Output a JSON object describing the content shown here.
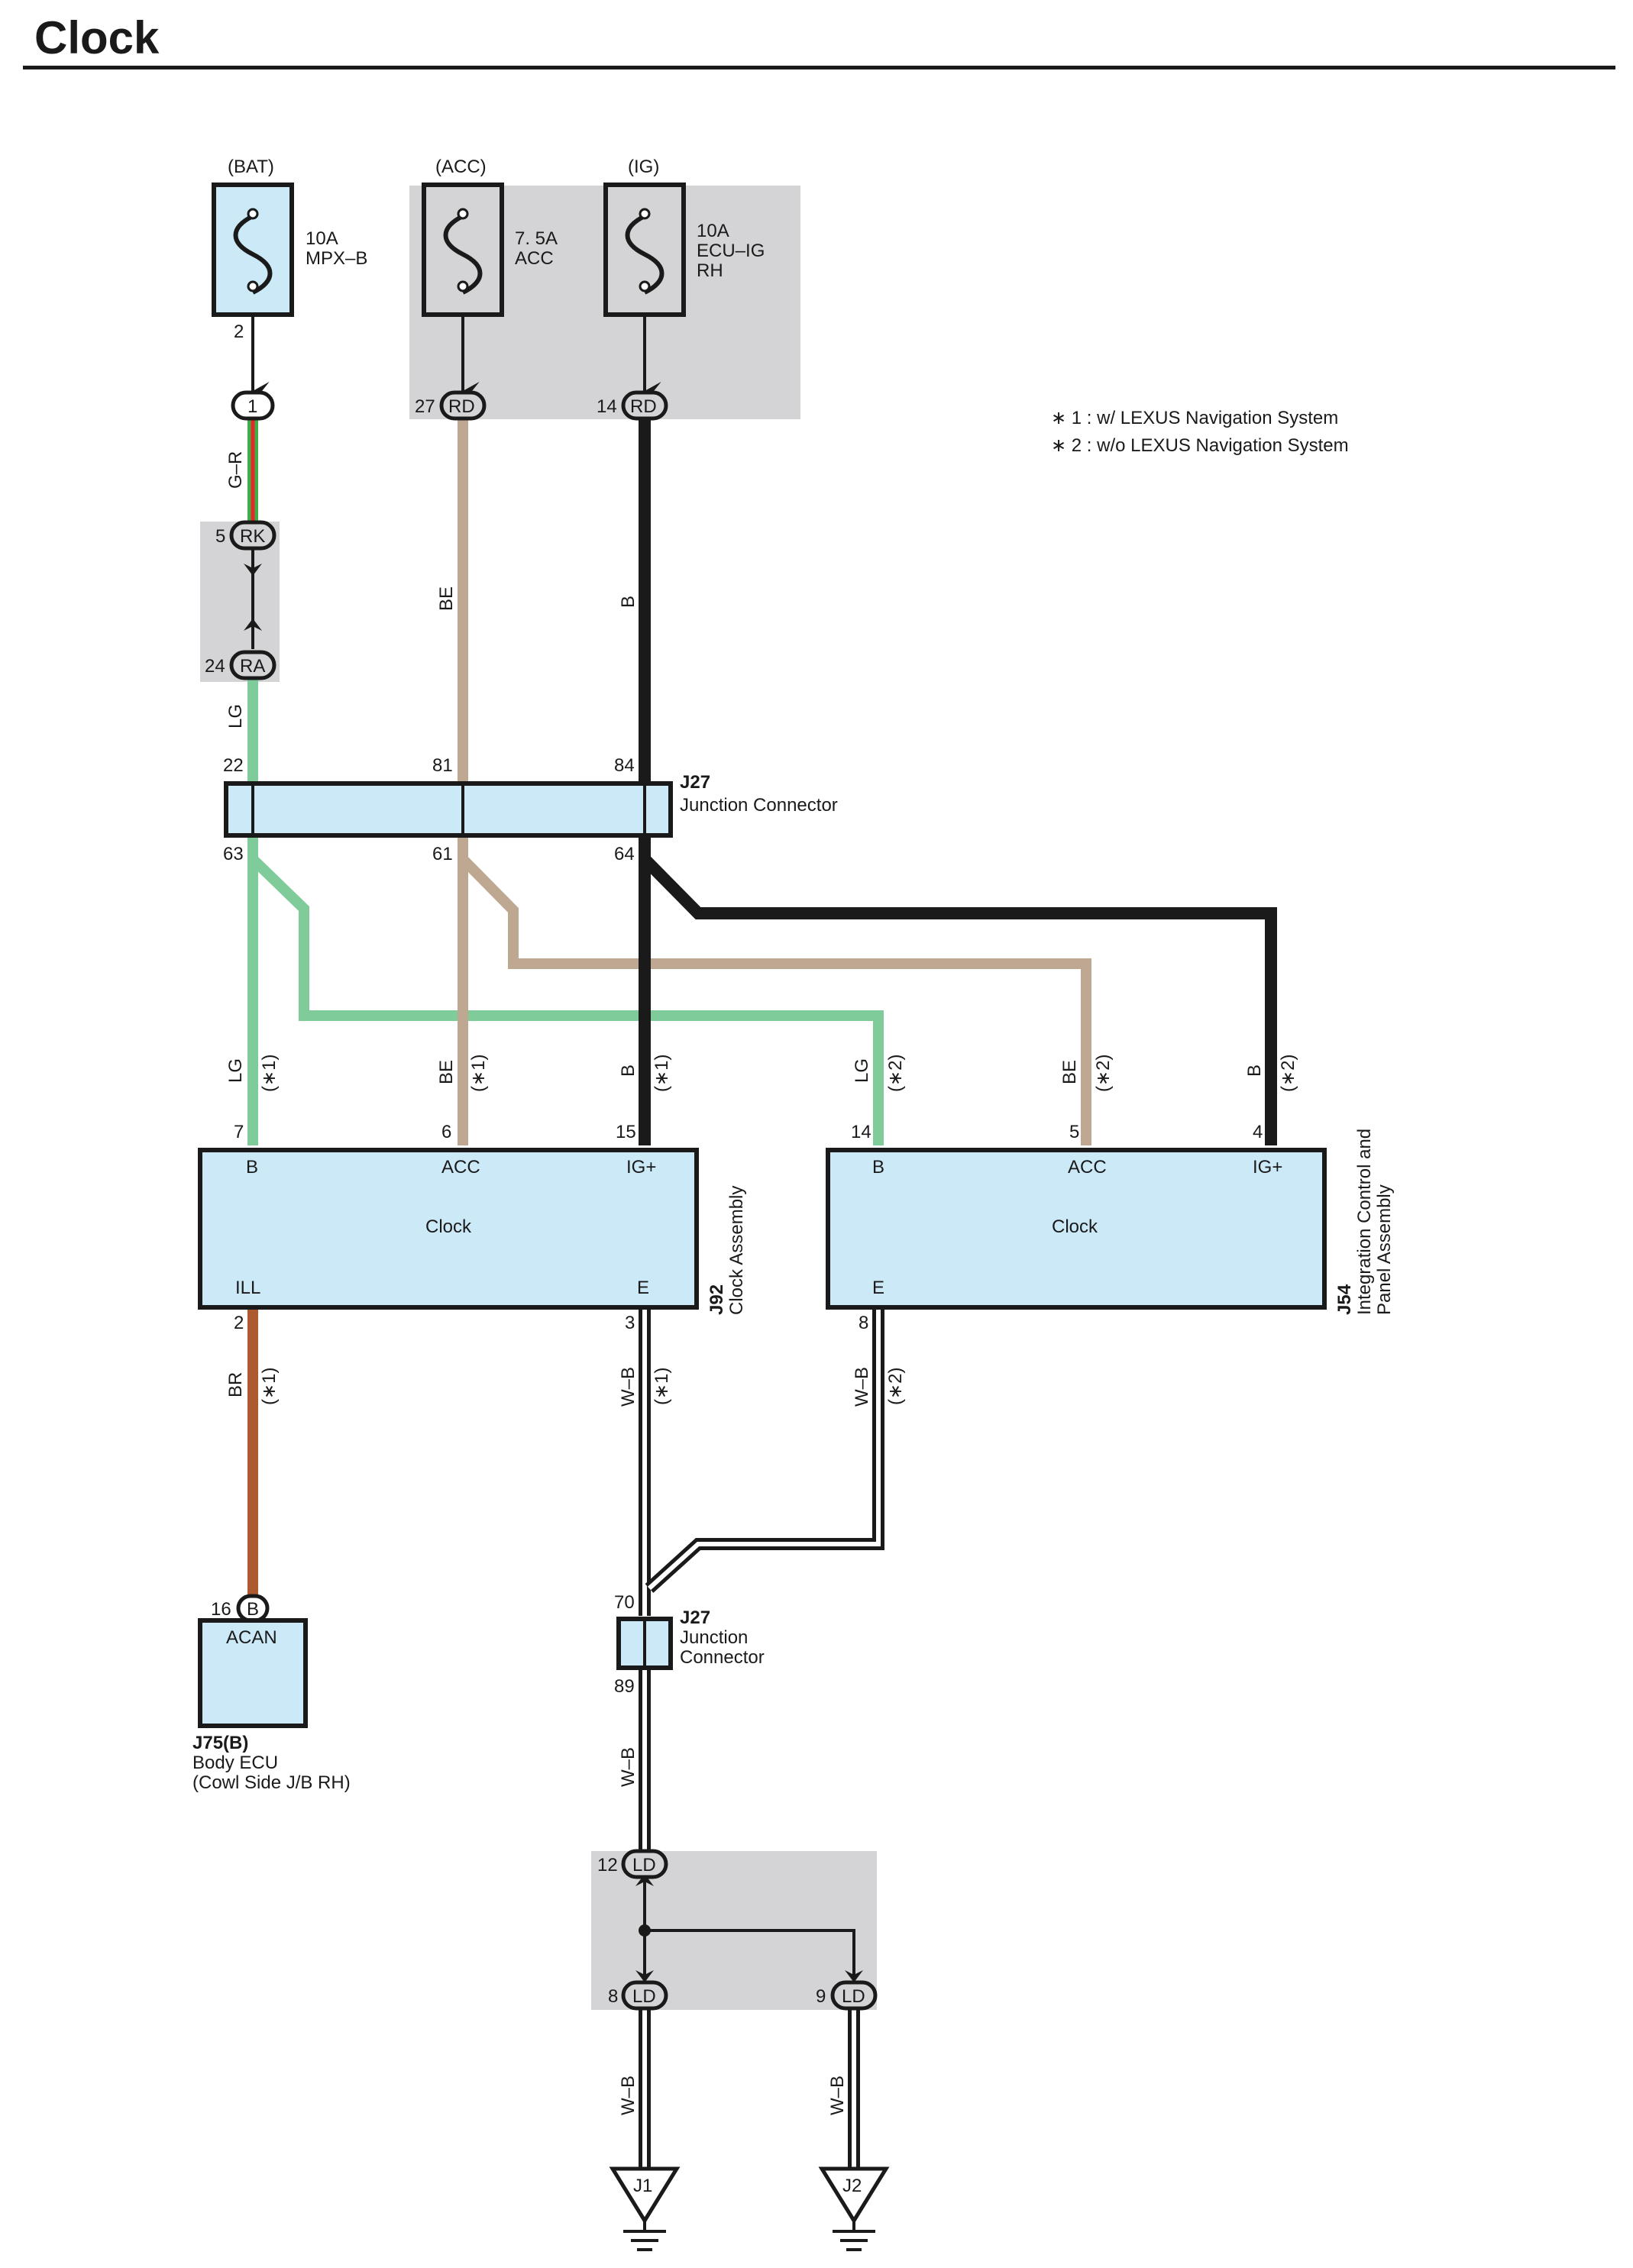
{
  "title": "Clock",
  "notes": [
    "∗ 1 : w/ LEXUS Navigation System",
    "∗ 2 : w/o LEXUS Navigation System"
  ],
  "fuses": [
    {
      "supply": "(BAT)",
      "rating": "10A",
      "name_lines": [
        "MPX–B"
      ],
      "pin": "2"
    },
    {
      "supply": "(ACC)",
      "rating": "7. 5A",
      "name_lines": [
        "ACC"
      ]
    },
    {
      "supply": "(IG)",
      "rating": "10A",
      "name_lines": [
        "ECU–IG",
        "RH"
      ]
    }
  ],
  "connectors": {
    "bat": {
      "code": "1"
    },
    "acc": {
      "pin": "27",
      "code": "RD"
    },
    "ig": {
      "pin": "14",
      "code": "RD"
    },
    "rk": {
      "pin": "5",
      "code": "RK"
    },
    "ra": {
      "pin": "24",
      "code": "RA"
    },
    "ld12": {
      "pin": "12",
      "code": "LD"
    },
    "ld8": {
      "pin": "8",
      "code": "LD"
    },
    "ld9": {
      "pin": "9",
      "code": "LD"
    },
    "acan": {
      "pin": "16",
      "code": "B"
    }
  },
  "wires": {
    "gr": "G–R",
    "lg": "LG",
    "be": "BE",
    "b": "B",
    "br": "BR",
    "wb": "W–B",
    "note1": "(∗1)",
    "note2": "(∗2)"
  },
  "junction1": {
    "id": "J27",
    "name": "Junction Connector",
    "top_pins": [
      "22",
      "81",
      "84"
    ],
    "bottom_pins": [
      "63",
      "61",
      "64"
    ]
  },
  "junction2": {
    "id": "J27",
    "name_lines": [
      "Junction",
      "Connector"
    ],
    "top_pin": "70",
    "bottom_pin": "89"
  },
  "clock_j92": {
    "id": "J92",
    "name": "Clock Assembly",
    "center": "Clock",
    "terminals": {
      "b": "B",
      "acc": "ACC",
      "ig": "IG+",
      "ill": "ILL",
      "e": "E"
    },
    "pins": {
      "b": "7",
      "acc": "6",
      "ig": "15",
      "ill": "2",
      "e": "3"
    }
  },
  "panel_j54": {
    "id": "J54",
    "name_lines": [
      "Integration Control and",
      "Panel Assembly"
    ],
    "center": "Clock",
    "terminals": {
      "b": "B",
      "acc": "ACC",
      "ig": "IG+",
      "e": "E"
    },
    "pins": {
      "b": "14",
      "acc": "5",
      "ig": "4",
      "e": "8"
    }
  },
  "body_ecu": {
    "id": "J75(B)",
    "name_lines": [
      "Body ECU",
      "(Cowl Side J/B RH)"
    ],
    "terminal": "ACAN"
  },
  "grounds": [
    "J1",
    "J2"
  ],
  "colors": {
    "lg": "#7fcb9a",
    "be": "#bfa892",
    "b": "#1a1a1a",
    "br": "#ad5a30",
    "gr_red": "#e8262d",
    "gr_green": "#3fae49",
    "box": "#cce9f8",
    "shade": "#d4d4d6"
  }
}
